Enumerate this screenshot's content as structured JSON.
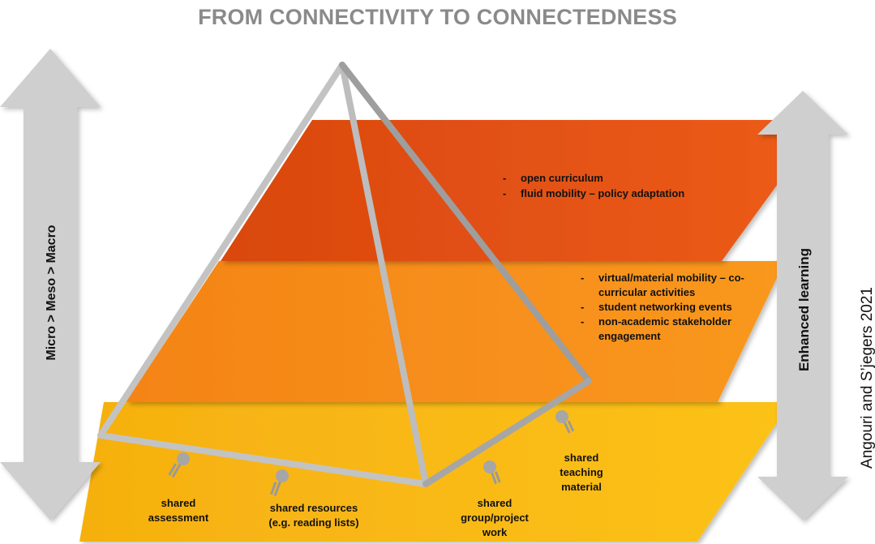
{
  "title": "FROM CONNECTIVITY TO CONNECTEDNESS",
  "left_axis_label": "Micro > Meso > Macro",
  "right_axis_label": "Enhanced learning",
  "credit": "Angouri and S’jegers 2021",
  "colors": {
    "top_band": "#e85416",
    "middle_band": "#f7921e",
    "bottom_band": "#fbbd16",
    "arrow": "#c8c8c8",
    "pyramid_edge": "#b5b5b5",
    "title": "#8a8a8a"
  },
  "bands": {
    "top": {
      "items": [
        "open curriculum",
        "fluid mobility – policy adaptation"
      ]
    },
    "middle": {
      "items": [
        "virtual/material mobility – co-curricular activities",
        "student networking events",
        "non-academic stakeholder engagement"
      ]
    }
  },
  "nodes": [
    {
      "label": "shared assessment",
      "icon": "pin-icon"
    },
    {
      "label": "shared resources (e.g. reading lists)",
      "icon": "pin-icon"
    },
    {
      "label": "shared group/project work",
      "icon": "pin-icon"
    },
    {
      "label": "shared teaching material",
      "icon": "pin-icon"
    }
  ]
}
